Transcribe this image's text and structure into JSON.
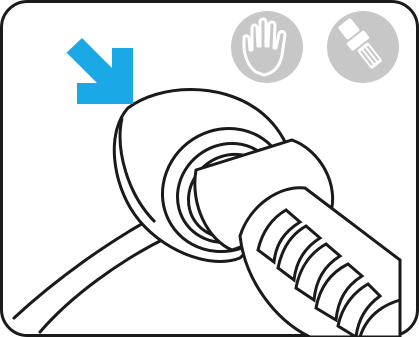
{
  "illustration": {
    "icons": [
      {
        "name": "hand-icon",
        "state": "inactive"
      },
      {
        "name": "connector-icon",
        "state": "inactive"
      }
    ],
    "arrow": {
      "name": "arrow-icon",
      "direction": "down-right"
    },
    "colors": {
      "arrow": "#1aa8e6",
      "icon_bg": "#c7c7c7",
      "icon_fg": "#ffffff",
      "line": "#1a1a1a",
      "background": "#ffffff"
    }
  }
}
